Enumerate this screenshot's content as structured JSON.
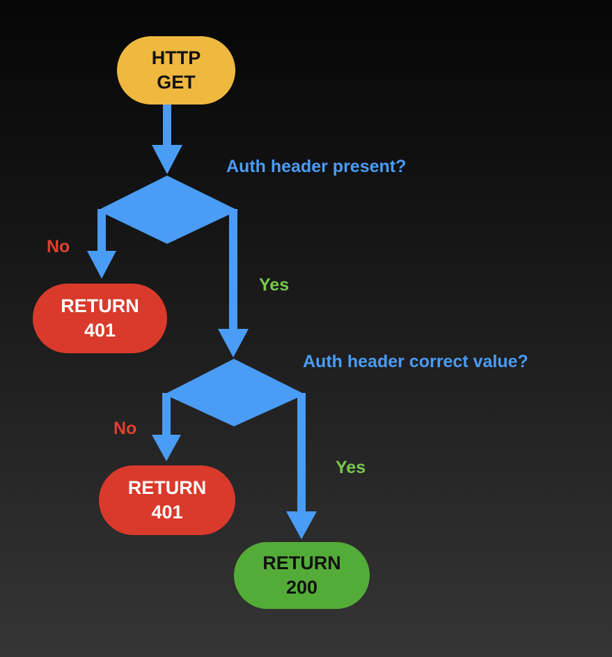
{
  "colors": {
    "start": "#efb940",
    "error": "#d93a2b",
    "success": "#54ac38",
    "flow": "#4a9cf5",
    "question": "#4a9cf5",
    "no": "#e04030",
    "yes": "#78c84c"
  },
  "nodes": {
    "start": {
      "line1": "HTTP",
      "line2": "GET"
    },
    "fail1": {
      "line1": "RETURN",
      "line2": "401"
    },
    "fail2": {
      "line1": "RETURN",
      "line2": "401"
    },
    "success": {
      "line1": "RETURN",
      "line2": "200"
    }
  },
  "decisions": {
    "q1": {
      "label": "Auth header present?",
      "no": "No",
      "yes": "Yes"
    },
    "q2": {
      "label": "Auth header correct value?",
      "no": "No",
      "yes": "Yes"
    }
  }
}
